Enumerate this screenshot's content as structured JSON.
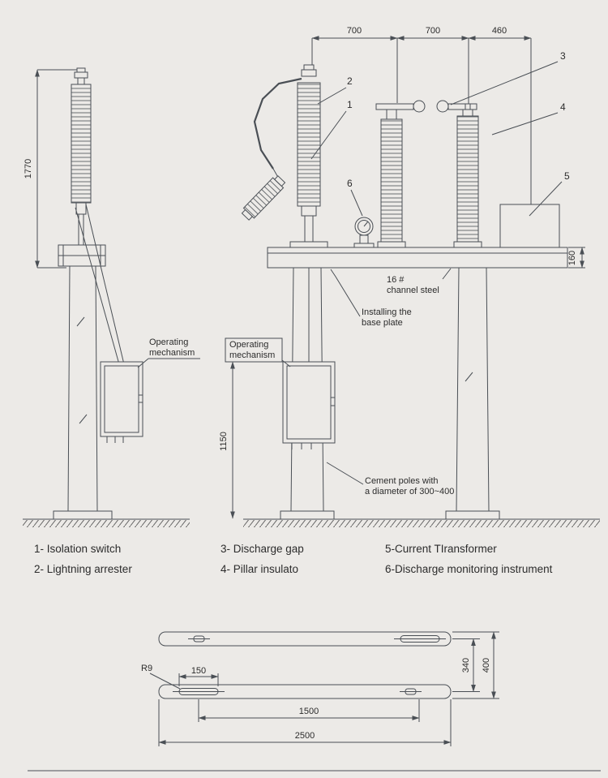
{
  "colors": {
    "background": "#ECEAE7",
    "line": "#4a4f55",
    "text": "#2c2c2c"
  },
  "figure": {
    "dims": {
      "d700a": "700",
      "d700b": "700",
      "d460": "460",
      "d1770": "1770",
      "d160": "160",
      "d1150": "1150",
      "d340": "340",
      "d400": "400",
      "d150": "150",
      "r9": "R9",
      "d1500": "1500",
      "d2500": "2500"
    },
    "callouts": {
      "c1": "1",
      "c2": "2",
      "c3": "3",
      "c4": "4",
      "c5": "5",
      "c6": "6"
    },
    "labels": {
      "op_mech1": "Operating",
      "op_mech2": "mechanism",
      "channel1": "16 #",
      "channel2": "channel steel",
      "baseplate1": "Installing the",
      "baseplate2": "base plate",
      "cement1": "Cement poles with",
      "cement2": "a diameter of 300~400"
    },
    "legend": [
      "1- Isolation switch",
      "2- Lightning arrester",
      "3- Discharge gap",
      "4- Pillar insulato",
      "5-Current TIransformer",
      "6-Discharge monitoring instrument"
    ]
  }
}
